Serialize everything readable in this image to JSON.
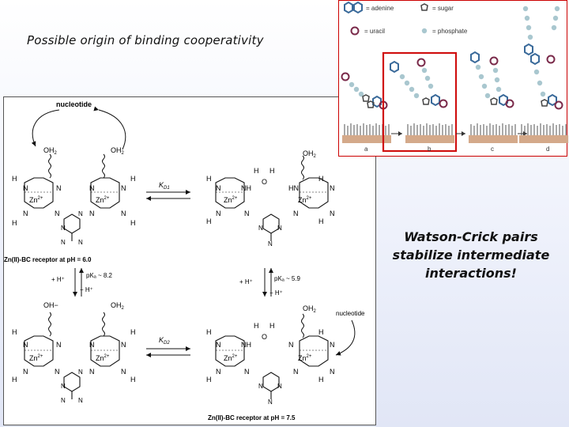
{
  "slide": {
    "title": "Possible origin of binding cooperativity",
    "note_lines": [
      "Watson-Crick  pairs",
      "stabilize intermediate",
      "interactions!"
    ]
  },
  "scheme": {
    "nucleotide_top": "nucleotide",
    "nucleotide_right": "nucleotide",
    "oh2": "OH",
    "oh2_sub": "2",
    "oh_minus": "OH−",
    "h": "H",
    "n": "N",
    "nh": "NH",
    "hn": "HN",
    "o": "O",
    "zn": "Zn",
    "zn_charge": "2+",
    "kd1": "K",
    "kd1_sub": "D1",
    "kd2": "K",
    "kd2_sub": "D2",
    "plus_h": "+ H⁺",
    "minus_h": "− H⁺",
    "pka_left": "pKₐ ~ 8.2",
    "pka_right": "pKₐ ~ 5.9",
    "receptor_ph6": "Zn(II)-BC receptor at pH = 6.0",
    "receptor_ph75": "Zn(II)-BC receptor at pH = 7.5"
  },
  "inset": {
    "legend": {
      "adenine": "= adenine",
      "uracil": "= uracil",
      "sugar": "= sugar",
      "phosphate": "= phosphate"
    },
    "panels": [
      "a",
      "b",
      "c",
      "d"
    ],
    "colors": {
      "adenine": "#3a6a9a",
      "uracil": "#7a2a4a",
      "sugar": "#444444",
      "phosphate": "#a9c7cf",
      "surface": "#d4a98a",
      "highlight": "#d01010"
    }
  }
}
